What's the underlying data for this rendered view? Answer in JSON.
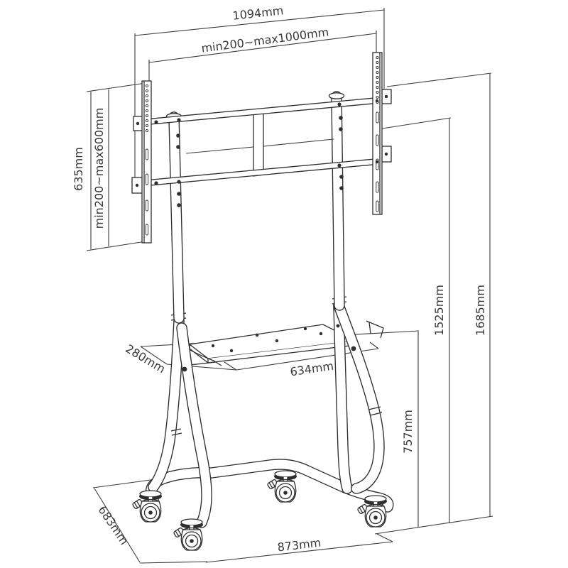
{
  "drawing": {
    "labels": {
      "total_width": "1094mm",
      "mount_width_range": "min200~max1000mm",
      "bracket_height": "635mm",
      "mount_height_range": "min200~max600mm",
      "height_total": "1685mm",
      "height_column": "1525mm",
      "shelf_height": "757mm",
      "shelf_depth": "280mm",
      "shelf_width": "634mm",
      "base_depth": "683mm",
      "base_width": "873mm"
    }
  }
}
